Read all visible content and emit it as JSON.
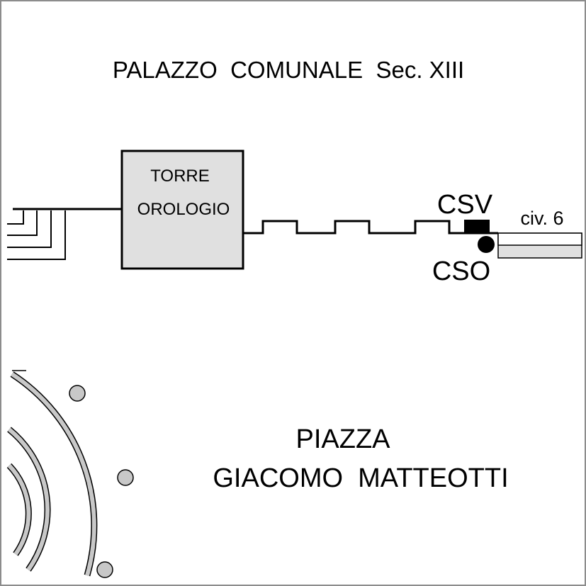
{
  "plan": {
    "title": "PALAZZO  COMUNALE  Sec. XIII",
    "tower": {
      "line1": "TORRE",
      "line2": "OROLOGIO"
    },
    "markers": {
      "csv": {
        "label": "CSV",
        "color": "#000000"
      },
      "cso": {
        "label": "CSO",
        "color": "#000000"
      }
    },
    "civic": "civ. 6",
    "square": {
      "line1": "PIAZZA",
      "line2": "GIACOMO  MATTEOTTI"
    }
  },
  "colors": {
    "fill": "#e0e0e0",
    "ring": "#c8c8c8",
    "stroke": "#000000",
    "frame": "#8c8c8c"
  }
}
